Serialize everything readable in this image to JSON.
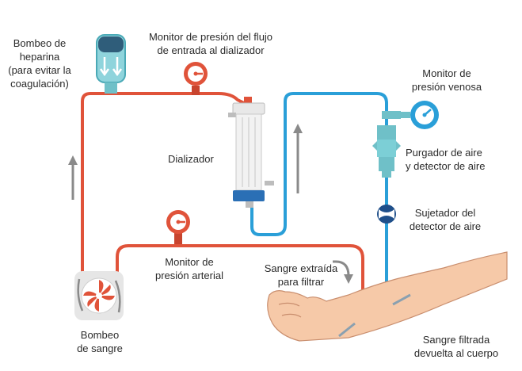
{
  "labels": {
    "heparin_pump": [
      "Bombeo de",
      "heparina",
      "(para evitar la",
      "coagulación)"
    ],
    "inflow_monitor": [
      "Monitor de presión del flujo",
      "de entrada al dializador"
    ],
    "venous_monitor": [
      "Monitor de",
      "presión venosa"
    ],
    "dialyzer": [
      "Dializador"
    ],
    "air_trap": [
      "Purgador de aire",
      "y detector de aire"
    ],
    "air_clamp": [
      "Sujetador del",
      "detector de aire"
    ],
    "arterial_monitor": [
      "Monitor de",
      "presión arterial"
    ],
    "blood_out": [
      "Sangre extraída",
      "para filtrar"
    ],
    "blood_pump": [
      "Bombeo",
      "de sangre"
    ],
    "blood_return": [
      "Sangre filtrada",
      "devuelta al cuerpo"
    ]
  },
  "colors": {
    "arterial_line": "#e0533a",
    "venous_line": "#2a9fd8",
    "gauge_red": "#e0533a",
    "gauge_blue": "#2a9fd8",
    "device_teal": "#7ccfd6",
    "skin": "#f6c9a8",
    "arrow_gray": "#8a8a8a"
  },
  "icons": [
    "heparin-syringe-icon",
    "pressure-gauge-icon",
    "dialyzer-cartridge-icon",
    "air-trap-icon",
    "clamp-icon",
    "pump-rotor-icon",
    "arm-icon",
    "flow-arrow-icon"
  ]
}
